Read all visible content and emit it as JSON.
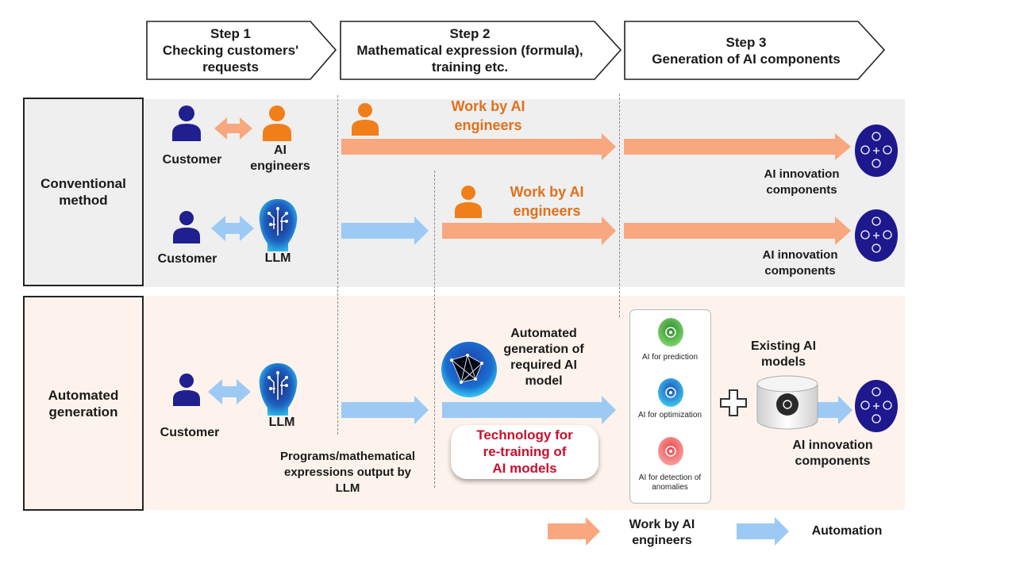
{
  "steps": [
    {
      "title": "Step 1",
      "subtitle_line1": "Checking customers'",
      "subtitle_line2": "requests"
    },
    {
      "title": "Step 2",
      "subtitle_line1": "Mathematical expression (formula),",
      "subtitle_line2": "training etc."
    },
    {
      "title": "Step 3",
      "subtitle_line1": "Generation of AI components",
      "subtitle_line2": ""
    }
  ],
  "conventional": {
    "label_line1": "Conventional",
    "label_line2": "method",
    "row1": {
      "customer": "Customer",
      "engineer_line1": "AI",
      "engineer_line2": "engineers",
      "work_line1": "Work by AI",
      "work_line2": "engineers",
      "output_line1": "AI innovation",
      "output_line2": "components"
    },
    "row2": {
      "customer": "Customer",
      "llm": "LLM",
      "work_line1": "Work by AI",
      "work_line2": "engineers",
      "output_line1": "AI innovation",
      "output_line2": "components"
    }
  },
  "automated": {
    "label_line1": "Automated",
    "label_line2": "generation",
    "customer": "Customer",
    "llm": "LLM",
    "programs_line1": "Programs/mathematical",
    "programs_line2": "expressions output by",
    "programs_line3": "LLM",
    "autogen_line1": "Automated",
    "autogen_line2": "generation of",
    "autogen_line3": "required AI",
    "autogen_line4": "model",
    "retrain_line1": "Technology for",
    "retrain_line2": "re-training of",
    "retrain_line3": "AI models",
    "ai_prediction": "AI for prediction",
    "ai_optimization": "AI for optimization",
    "ai_anomalies_line1": "AI for detection of",
    "ai_anomalies_line2": "anomalies",
    "existing_line1": "Existing AI",
    "existing_line2": "models",
    "output_line1": "AI innovation",
    "output_line2": "components"
  },
  "legend": {
    "engineers_line1": "Work by AI",
    "engineers_line2": "engineers",
    "automation": "Automation"
  },
  "colors": {
    "orange_arrow": "#f8a77e",
    "blue_arrow": "#9ccaf5",
    "person_navy": "#1f1f8f",
    "person_orange": "#f07f1a",
    "conventional_band": "#efefef",
    "automated_band": "#fdf3ec",
    "orange_text": "#e0701b",
    "red_text": "#c8102e"
  }
}
